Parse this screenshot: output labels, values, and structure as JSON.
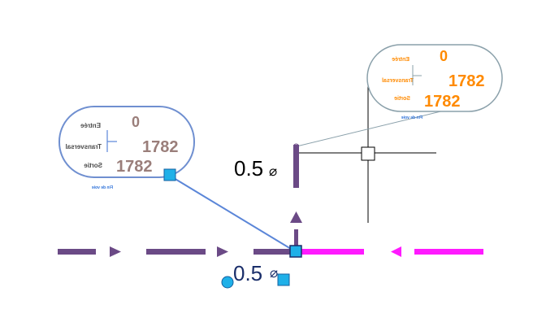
{
  "colors": {
    "purple": "#6b4a86",
    "magenta": "#ff1aff",
    "bubble_stroke_left": "#6f8fd0",
    "bubble_stroke_right": "#8aa0aa",
    "left_text": "#9a7e7a",
    "right_text": "#ff8a00",
    "navy": "#1a2e6a",
    "cyan": "#1fb0e8",
    "small_blue": "#2a6fd8"
  },
  "left_callout": {
    "entree_label": "Entrée",
    "entree_value": "0",
    "transversal_label": "Transversal",
    "transversal_value": "1782",
    "sortie_label": "Sortie",
    "sortie_value": "1782",
    "extra": "Fin de voie"
  },
  "right_callout": {
    "entree_label": "Entrée",
    "entree_value": "0",
    "transversal_label": "Transversal",
    "transversal_value": "1782",
    "sortie_label": "Sortie",
    "sortie_value": "1782",
    "extra": "Fin de voie"
  },
  "upper_dimension": {
    "value": "0.5",
    "symbol": "⌀"
  },
  "lower_dimension": {
    "value": "0.5",
    "symbol": "⌀"
  }
}
